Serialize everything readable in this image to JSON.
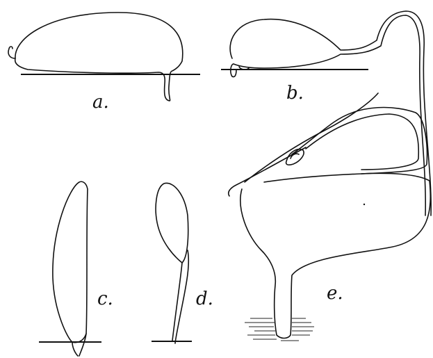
{
  "figure": {
    "panels": [
      {
        "id": "a",
        "label": "a."
      },
      {
        "id": "b",
        "label": "b."
      },
      {
        "id": "c",
        "label": "c."
      },
      {
        "id": "d",
        "label": "d."
      },
      {
        "id": "e",
        "label": "e."
      }
    ]
  }
}
